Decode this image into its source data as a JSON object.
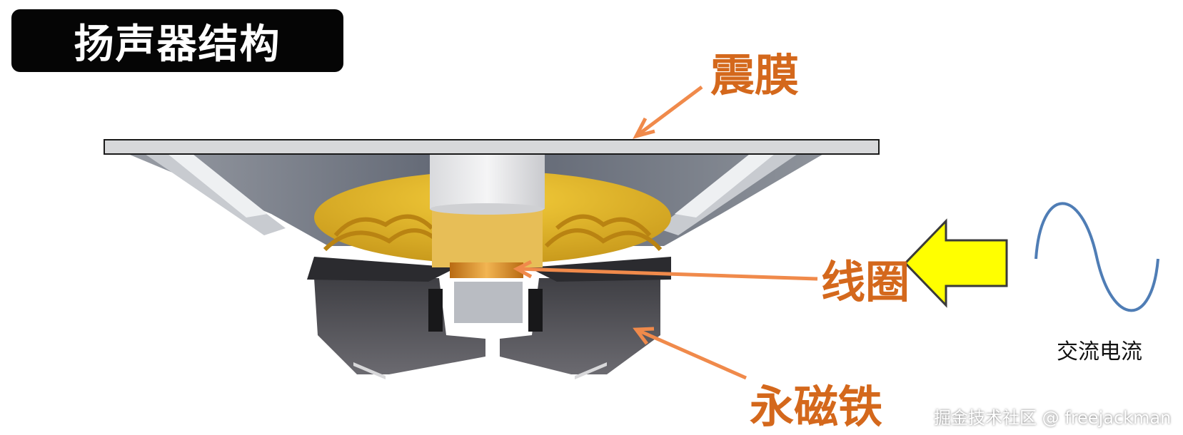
{
  "title": "扬声器结构",
  "labels": {
    "diaphragm": "震膜",
    "coil": "线圈",
    "magnet": "永磁铁"
  },
  "signal": {
    "label": "交流电流",
    "icon": "sine-wave-icon",
    "arrow_icon": "yellow-arrow-left-icon"
  },
  "watermark": "掘金技术社区 @ freejackman",
  "colors": {
    "label": "#d4681c",
    "arrow": "#f08a4b",
    "coil": "#e8a83c",
    "cone_yellow": "#e8bf2a",
    "wave": "#4f7db5",
    "signal_arrow": "#ffff00"
  }
}
